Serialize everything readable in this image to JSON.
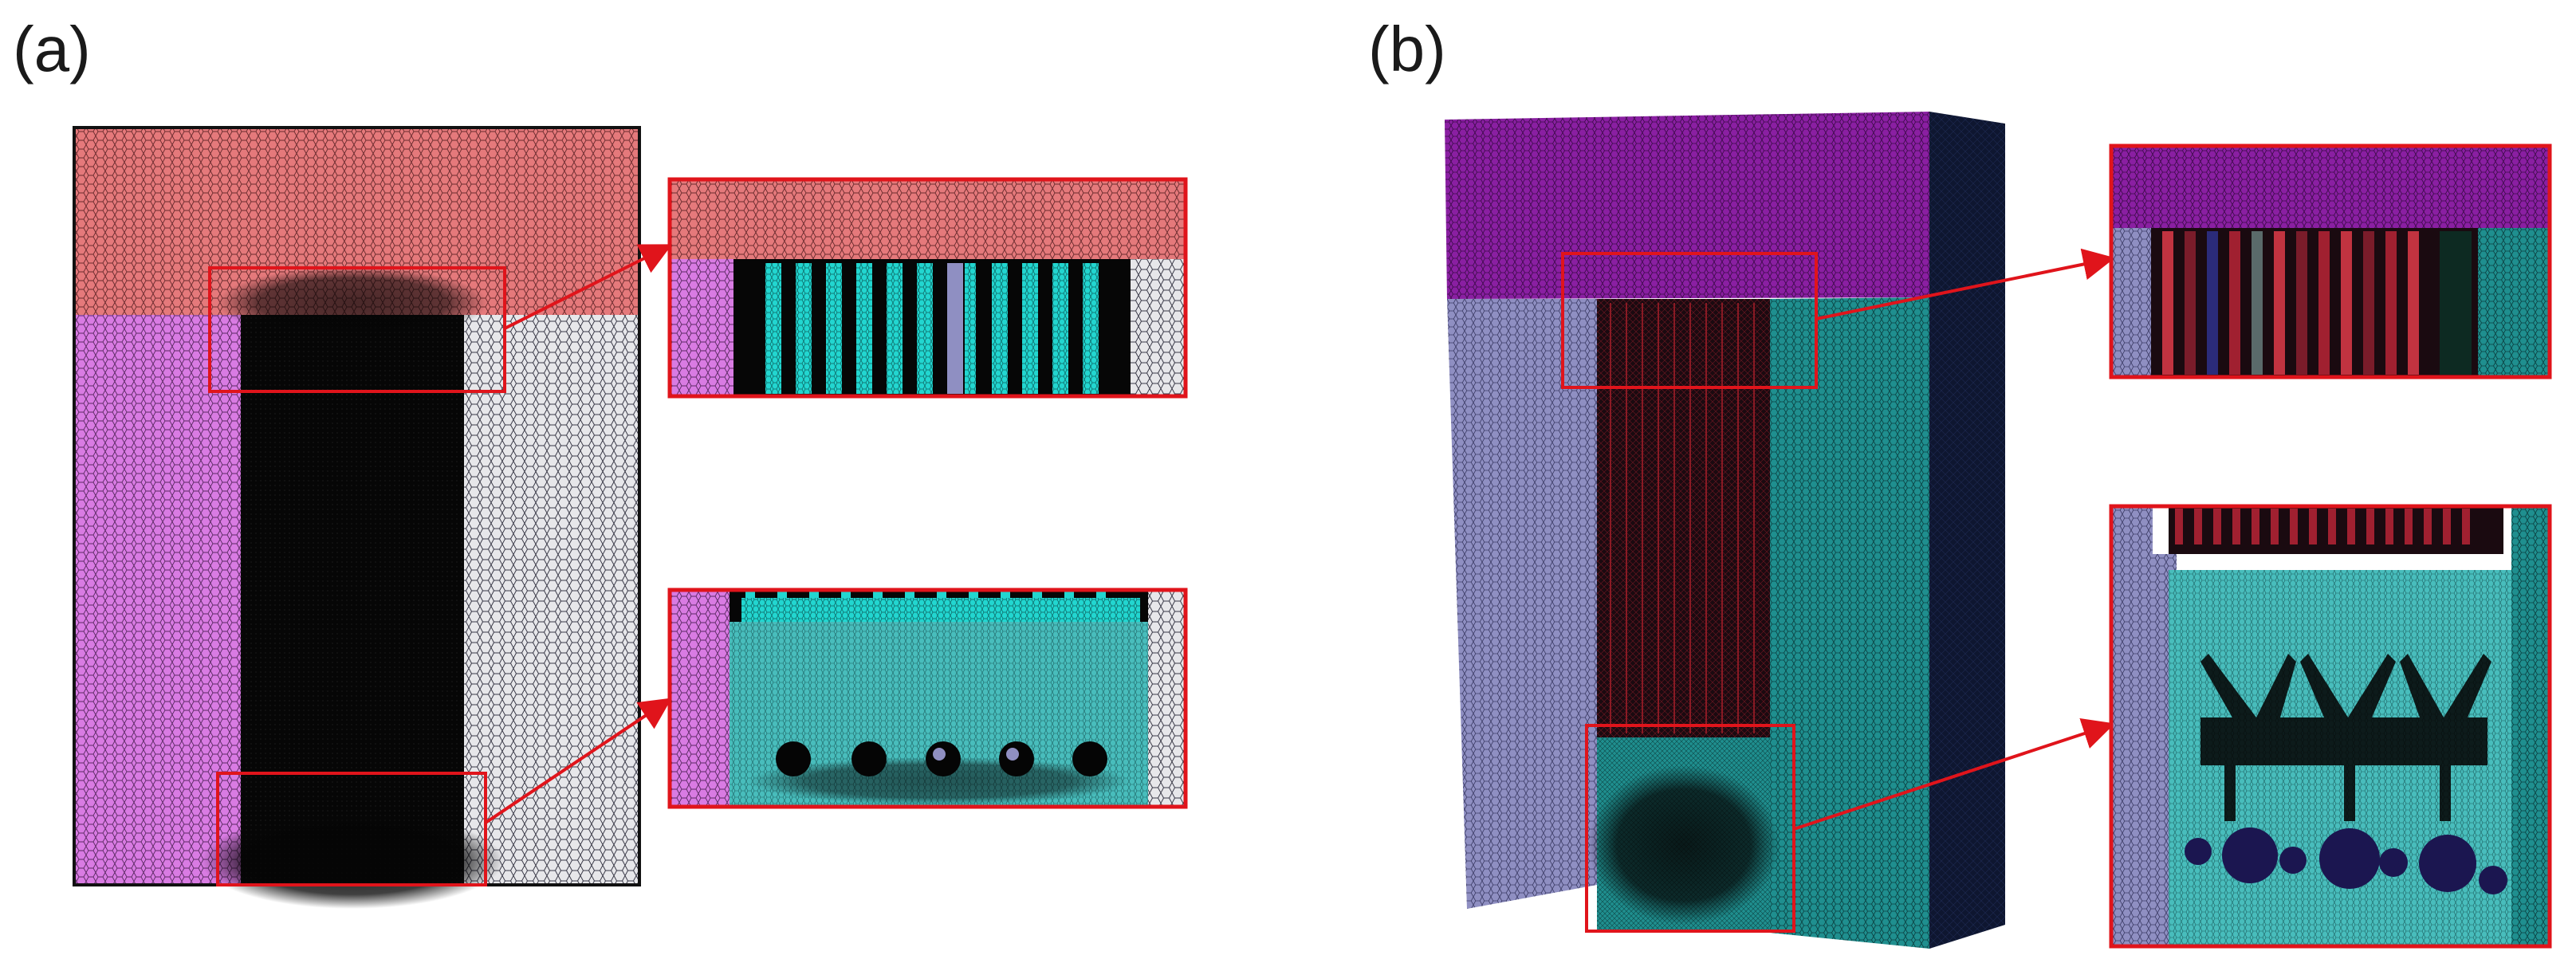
{
  "panels": {
    "a": {
      "label": "(a)"
    },
    "b": {
      "label": "(b)"
    }
  },
  "colors": {
    "salmon": "#e5797b",
    "pink": "#d97be3",
    "grey_white": "#d8d8dc",
    "core_black": "#0a0a0a",
    "cyan": "#22d6d0",
    "teal": "#3aa8a6",
    "purple": "#8a1fa2",
    "lavender": "#8f8fc2",
    "dark_teal": "#1f8f8f",
    "navy": "#0b0f3a",
    "callout_red": "#e0141b"
  },
  "icons": [
    "mesh-detail-callout",
    "zoom-arrow"
  ]
}
